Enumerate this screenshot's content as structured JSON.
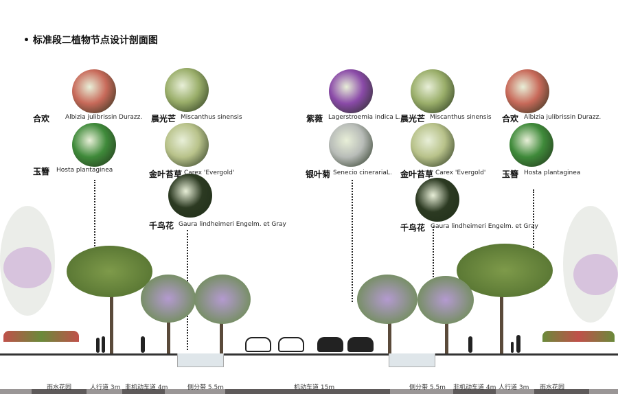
{
  "title": "• 标准段二植物节点设计剖面图",
  "left_plants": [
    {
      "cn": "合欢",
      "latin": "Albizia julibrissin Durazz.",
      "color": "#c86a5a"
    },
    {
      "cn": "晨光芒",
      "latin": "Miscanthus sinensis",
      "color": "#9aae6a"
    },
    {
      "cn": "玉簪",
      "latin": "Hosta plantaginea",
      "color": "#3f8a3a"
    },
    {
      "cn": "金叶苔草",
      "latin": "Carex 'Evergold'",
      "color": "#b8c28a"
    },
    {
      "cn": "千鸟花",
      "latin": "Gaura lindheimeri Engelm. et Gray",
      "color": "#2c3a22"
    }
  ],
  "right_plants": [
    {
      "cn": "紫薇",
      "latin": "Lagerstroemia indica L.",
      "color": "#8a4aa8"
    },
    {
      "cn": "晨光芒",
      "latin": "Miscanthus sinensis",
      "color": "#9aae6a"
    },
    {
      "cn": "合欢",
      "latin": "Albizia julibrissin Durazz.",
      "color": "#c86a5a"
    },
    {
      "cn": "银叶菊",
      "latin": "Senecio cinerariaL.",
      "color": "#b8bcb8"
    },
    {
      "cn": "金叶苔草",
      "latin": "Carex 'Evergold'",
      "color": "#b8c28a"
    },
    {
      "cn": "玉簪",
      "latin": "Hosta plantaginea",
      "color": "#3f8a3a"
    },
    {
      "cn": "千鸟花",
      "latin": "Gaura lindheimeri Engelm. et Gray",
      "color": "#2c3a22"
    }
  ],
  "bottom_labels": [
    "雨水花园",
    "人行道 3m",
    "非机动车道 4m",
    "侧分带 5.5m",
    "机动车道 15m",
    "侧分带 5.5m",
    "非机动车道 4m",
    "人行道 3m",
    "雨水花园"
  ]
}
